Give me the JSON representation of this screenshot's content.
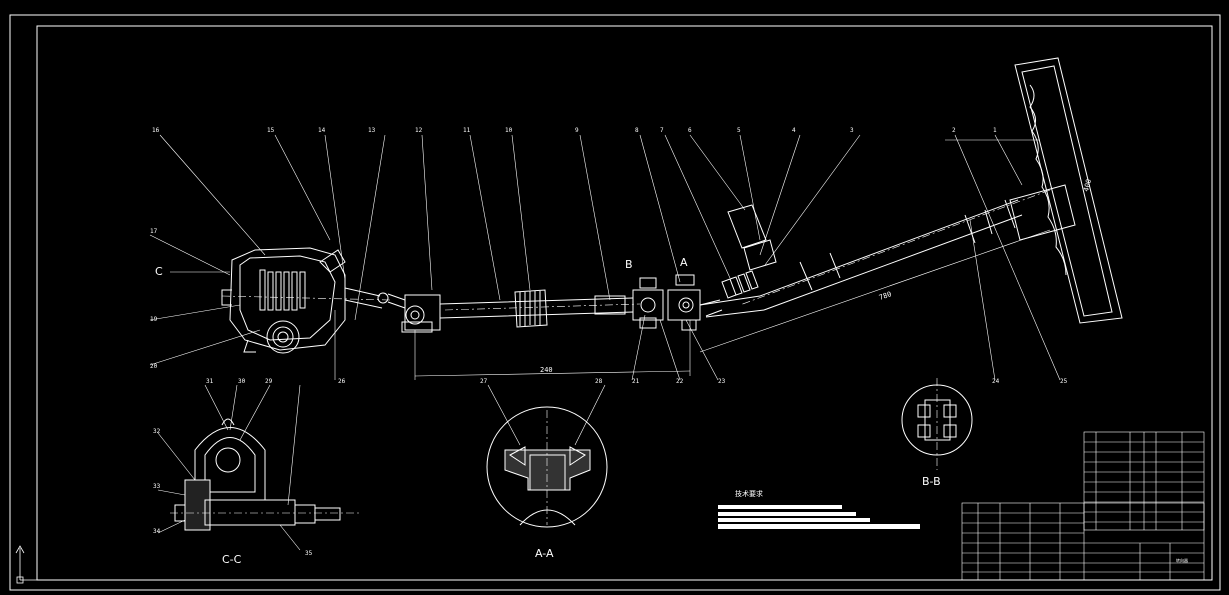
{
  "drawing": {
    "callouts": [
      "16",
      "15",
      "14",
      "13",
      "12",
      "11",
      "10",
      "9",
      "8",
      "7",
      "6",
      "5",
      "4",
      "3",
      "2",
      "1",
      "17",
      "19",
      "20",
      "21",
      "22",
      "23",
      "24",
      "25",
      "26",
      "27",
      "28",
      "29",
      "30",
      "31",
      "32",
      "33",
      "34",
      "35"
    ],
    "section_labels": {
      "c_tag": "C",
      "b_tag": "B",
      "a_tag": "A",
      "section_cc": "C-C",
      "section_aa": "A-A",
      "section_bb": "B-B"
    },
    "dimensions": {
      "horizontal": "240",
      "shaft_length": "780",
      "wheel": "400"
    },
    "tech_requirements_title": "技术要求",
    "title_block_label": "转向器"
  },
  "colors": {
    "background": "#000000",
    "lines": "#ffffff",
    "accent": "#ff0000"
  }
}
